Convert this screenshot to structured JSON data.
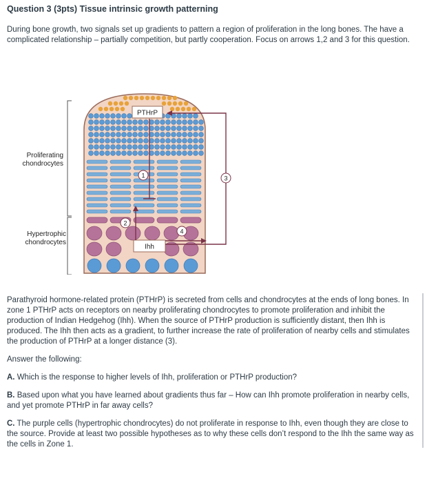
{
  "question": {
    "title": "Question 3 (3pts) Tissue intrinsic growth patterning",
    "intro": "During bone growth, two signals set up gradients to pattern a region of proliferation in the long bones. The have a complicated relationship – partially competition, but partly cooperation. Focus on arrows 1,2 and 3 for this question."
  },
  "figure": {
    "label_proliferating_1": "Proliferating",
    "label_proliferating_2": "chondrocytes",
    "label_hypertrophic_1": "Hypertrophic",
    "label_hypertrophic_2": "chondrocytes",
    "pthrp_label": "PTHrP",
    "ihh_label": "Ihh",
    "arrow_1": "1",
    "arrow_2": "2",
    "arrow_3": "3",
    "arrow_4": "4",
    "colors": {
      "round_cells": "#5b9bd5",
      "flat_cells": "#7aaed8",
      "hypertrophic_cells": "#b5739a",
      "bone_fill": "#f2d5c4",
      "outline": "#9a6b5b",
      "arrow": "#7a3348",
      "top_cells": "#e7a23a"
    }
  },
  "body_text": "Parathyroid hormone-related protein (PTHrP) is secreted from cells and chondrocytes at the ends of long bones. In zone 1 PTHrP acts on receptors on nearby proliferating chondrocytes to promote proliferation and inhibit the production of Indian Hedgehog (Ihh). When the source of PTHrP production is sufficiently distant, then Ihh is produced. The Ihh then acts as a gradient, to further increase the rate of proliferation of nearby cells and stimulates the production of PTHrP at a longer distance (3).",
  "answer_prompt": "Answer the following:",
  "questions": [
    {
      "label": "A.",
      "text": " Which is the response to higher levels of Ihh, proliferation or PTHrP production?"
    },
    {
      "label": "B.",
      "text": " Based upon what you have learned about gradients thus far – How can Ihh promote proliferation in nearby cells, and yet promote PTHrP in far away cells?"
    },
    {
      "label": "C.",
      "text": " The purple cells (hypertrophic chondrocytes) do not proliferate in response to Ihh, even though they are close to the source. Provide at least two possible hypotheses as to why these cells don’t respond to the Ihh the same way as the cells in Zone 1."
    }
  ]
}
